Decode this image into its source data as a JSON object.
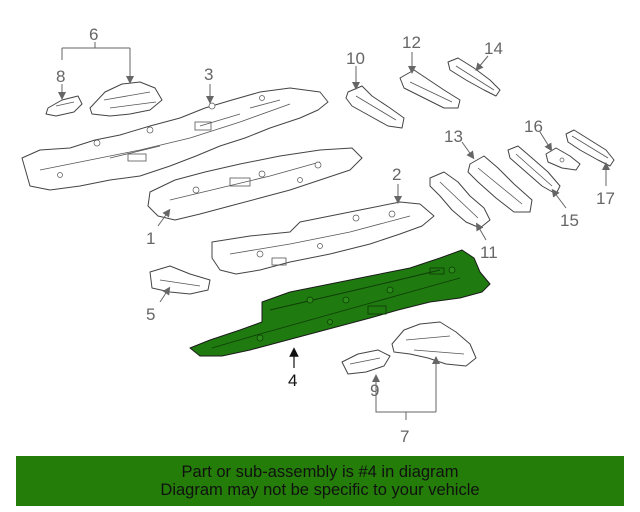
{
  "diagram": {
    "callouts": [
      "1",
      "2",
      "3",
      "4",
      "5",
      "6",
      "7",
      "8",
      "9",
      "10",
      "11",
      "12",
      "13",
      "14",
      "15",
      "16",
      "17"
    ],
    "highlighted_part": "4"
  },
  "banner": {
    "line1": "Part or sub-assembly is #4 in diagram",
    "line2": "Diagram may not be specific to your vehicle",
    "color": "#237d08"
  }
}
